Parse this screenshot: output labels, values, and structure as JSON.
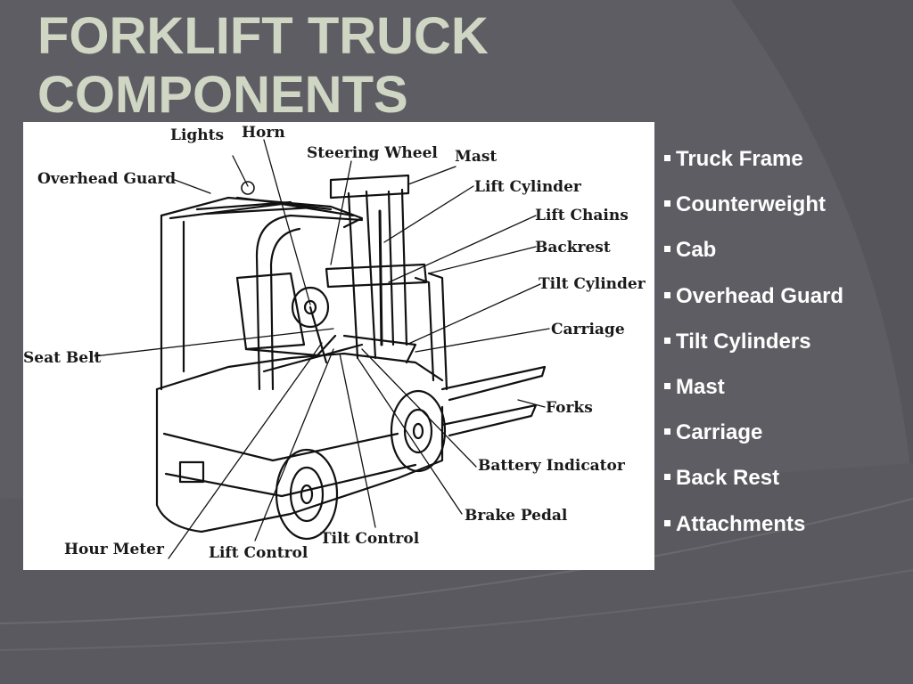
{
  "title": {
    "line1": "FORKLIFT TRUCK",
    "line2": "COMPONENTS"
  },
  "diagram": {
    "labels": {
      "lights": "Lights",
      "horn": "Horn",
      "steering_wheel": "Steering Wheel",
      "mast": "Mast",
      "overhead_guard": "Overhead Guard",
      "lift_cylinder": "Lift Cylinder",
      "lift_chains": "Lift Chains",
      "backrest": "Backrest",
      "tilt_cylinder": "Tilt Cylinder",
      "carriage": "Carriage",
      "seat_belt": "Seat Belt",
      "forks": "Forks",
      "battery_indicator": "Battery Indicator",
      "brake_pedal": "Brake Pedal",
      "tilt_control": "Tilt Control",
      "hour_meter": "Hour Meter",
      "lift_control": "Lift Control"
    }
  },
  "components": [
    "Truck Frame",
    "Counterweight",
    "Cab",
    "Overhead Guard",
    "Tilt Cylinders",
    "Mast",
    "Carriage",
    "Back Rest",
    "Attachments"
  ],
  "colors": {
    "background": "#5e5d63",
    "title": "#cfd6c4",
    "text": "#ffffff"
  }
}
